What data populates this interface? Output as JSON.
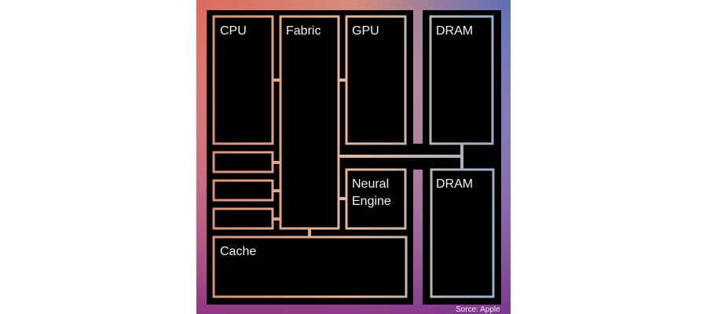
{
  "diagram": {
    "blocks": {
      "cpu": "CPU",
      "fabric": "Fabric",
      "gpu": "GPU",
      "dram_top": "DRAM",
      "dram_bottom": "DRAM",
      "neural_line1": "Neural",
      "neural_line2": "Engine",
      "cache": "Cache"
    },
    "source": "Sorce: Apple"
  },
  "colors": {
    "top_left": "#e07b5c",
    "top_right": "#3b82d6",
    "bottom_left": "#c9385c",
    "bottom_right": "#5b2ea3",
    "background": "#000000"
  }
}
